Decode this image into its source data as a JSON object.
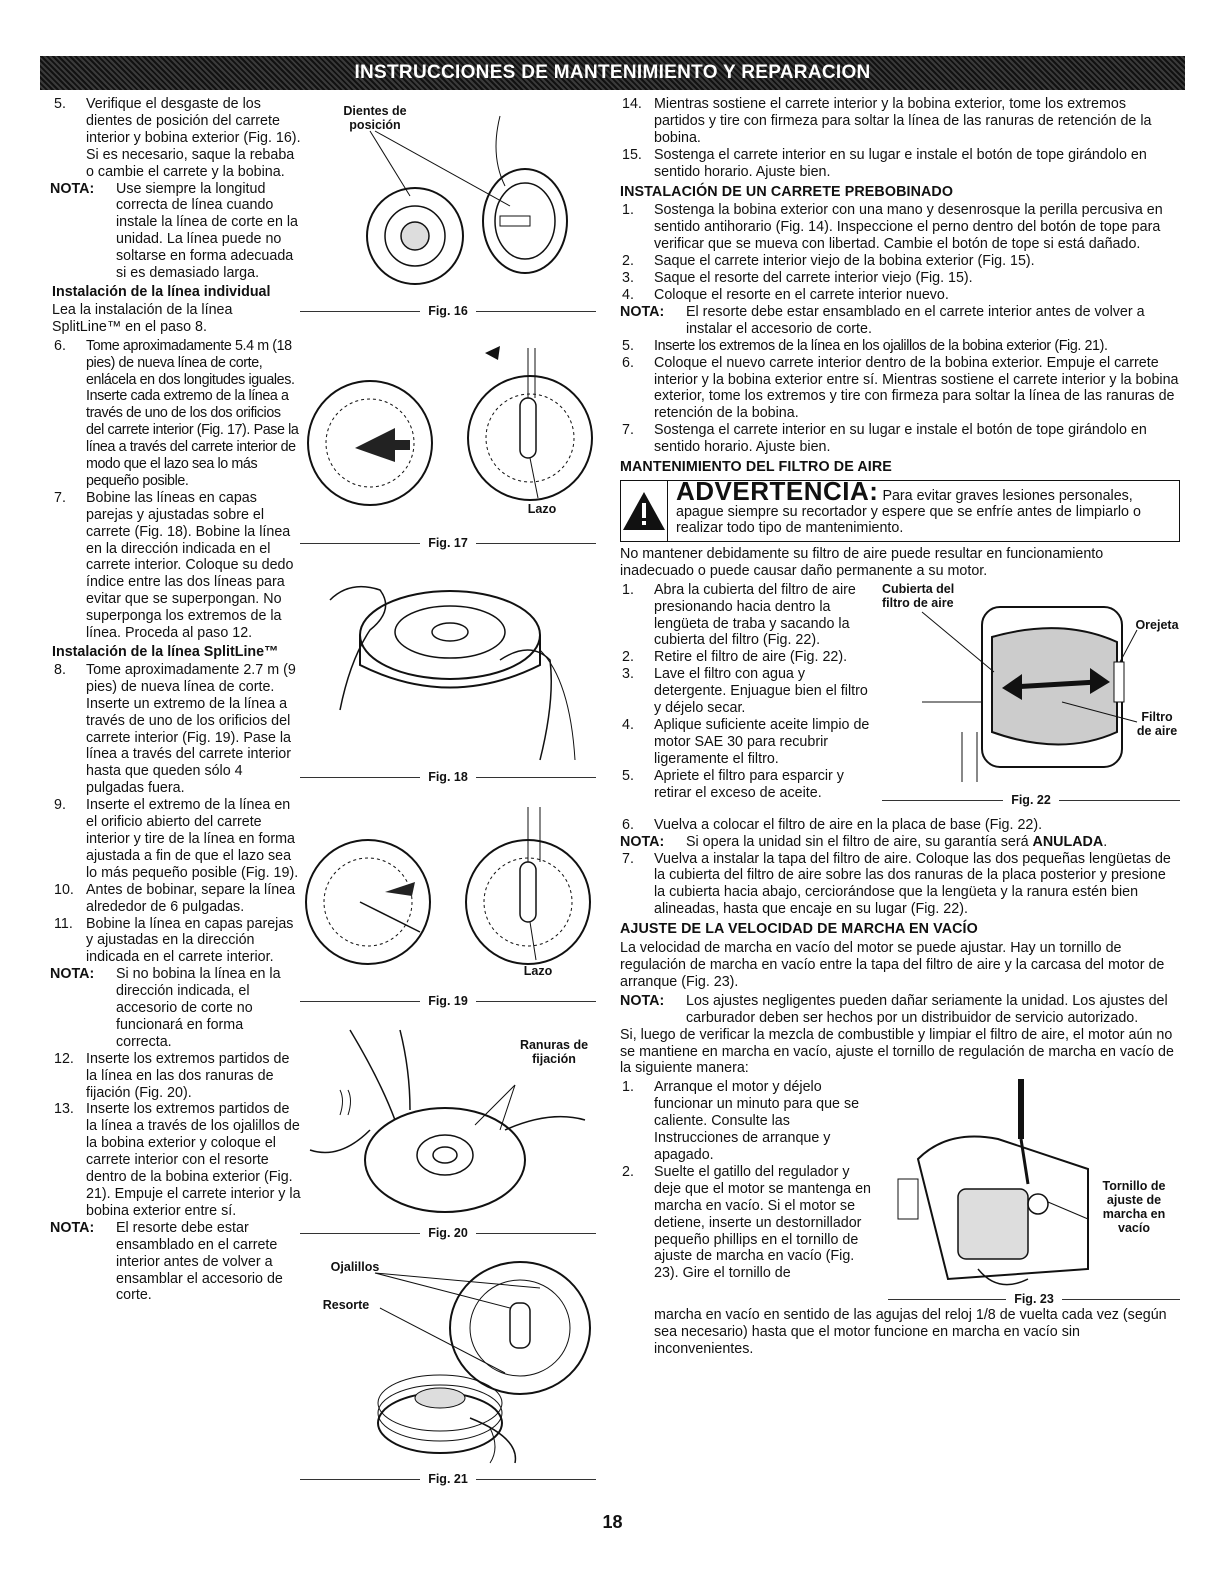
{
  "header": {
    "title": "INSTRUCCIONES DE MANTENIMIENTO Y REPARACION"
  },
  "left": {
    "item5": {
      "num": "5.",
      "text": "Verifique el desgaste de los dientes de posición del carrete interior y bobina exterior (Fig. 16). Si es necesario, saque la rebaba o cambie el carrete y la bobina."
    },
    "nota1": {
      "label": "NOTA:",
      "text": "Use siempre la longitud correcta de línea cuando instale la línea de corte en la unidad. La línea puede no soltarse en forma adecuada si es demasiado larga."
    },
    "heading_individual": "Instalación de la línea individual",
    "lea": "Lea la instalación de la línea SplitLine™ en el paso 8.",
    "item6": {
      "num": "6.",
      "text": "Tome aproximadamente 5.4 m (18 pies) de nueva línea de corte, enlácela en dos longitudes iguales. Inserte cada extremo de la línea a través de uno de los dos orificios del carrete interior (Fig. 17). Pase la línea a través del carrete interior de modo que el lazo sea lo más pequeño posible."
    },
    "item7": {
      "num": "7.",
      "text": "Bobine las líneas en capas parejas y ajustadas sobre el carrete (Fig. 18). Bobine la línea en la dirección indicada en el carrete interior. Coloque su dedo índice entre las dos líneas para evitar que se superpongan. No superponga los extremos de la línea. Proceda al paso 12."
    },
    "heading_splitline": "Instalación de la línea SplitLine™",
    "item8": {
      "num": "8.",
      "text": "Tome aproximadamente 2.7 m (9 pies) de nueva línea de corte. Inserte un extremo de la línea a través de uno de los orificios del carrete interior (Fig. 19). Pase la línea a través del carrete interior hasta que queden sólo 4 pulgadas fuera."
    },
    "item9": {
      "num": "9.",
      "text": "Inserte el extremo de la línea en el orificio abierto del carrete interior y tire de la línea en forma ajustada a fin de que el lazo sea lo más pequeño posible (Fig. 19)."
    },
    "item10": {
      "num": "10.",
      "text": "Antes de bobinar, separe la línea alrededor de 6 pulgadas."
    },
    "item11": {
      "num": "11.",
      "text": "Bobine la línea en capas parejas y ajustadas en la dirección indicada en el carrete interior."
    },
    "nota2": {
      "label": "NOTA:",
      "text": "Si no bobina la línea en la dirección indicada, el accesorio de corte no funcionará en forma correcta."
    },
    "item12": {
      "num": "12.",
      "text": "Inserte los extremos partidos de la línea en las dos ranuras de fijación (Fig. 20)."
    },
    "item13": {
      "num": "13.",
      "text": "Inserte los extremos partidos de la línea a través de los ojalillos de la bobina exterior y coloque el carrete interior con el resorte dentro de la bobina exterior (Fig. 21). Empuje el carrete interior y la bobina exterior entre sí."
    },
    "nota3": {
      "label": "NOTA:",
      "text": "El resorte debe estar ensamblado en el carrete interior antes de volver a ensamblar el accesorio de corte."
    }
  },
  "figures": {
    "fig16": {
      "caption": "Fig. 16",
      "label": "Dientes de posición"
    },
    "fig17": {
      "caption": "Fig. 17",
      "label": "Lazo"
    },
    "fig18": {
      "caption": "Fig. 18"
    },
    "fig19": {
      "caption": "Fig. 19",
      "label": "Lazo"
    },
    "fig20": {
      "caption": "Fig. 20",
      "label": "Ranuras de fijación"
    },
    "fig21": {
      "caption": "Fig. 21",
      "label_a": "Ojalillos",
      "label_b": "Resorte"
    },
    "fig22": {
      "caption": "Fig. 22",
      "label_a": "Cubierta del filtro de aire",
      "label_b": "Orejeta",
      "label_c": "Filtro de aire"
    },
    "fig23": {
      "caption": "Fig. 23",
      "label": "Tornillo de ajuste de marcha en vacío"
    }
  },
  "right": {
    "item14": {
      "num": "14.",
      "text": "Mientras sostiene el carrete interior y la bobina exterior, tome los extremos partidos y tire con firmeza para soltar la línea de las ranuras de retención de la bobina."
    },
    "item15": {
      "num": "15.",
      "text": "Sostenga el carrete interior en su lugar e instale el botón de tope girándolo en sentido horario. Ajuste bien."
    },
    "sec_prebobinado": "INSTALACIÓN DE UN CARRETE PREBOBINADO",
    "p1": {
      "num": "1.",
      "text": "Sostenga la bobina exterior con una mano y desenrosque la perilla percusiva en sentido antihorario (Fig. 14). Inspeccione el perno dentro del botón de tope para verificar que se mueva con libertad. Cambie el botón de tope si está dañado."
    },
    "p2": {
      "num": "2.",
      "text": "Saque el carrete interior viejo de la bobina exterior (Fig. 15)."
    },
    "p3": {
      "num": "3.",
      "text": "Saque el resorte del carrete interior viejo (Fig. 15)."
    },
    "p4": {
      "num": "4.",
      "text": "Coloque el resorte en el carrete interior nuevo."
    },
    "pnota": {
      "label": "NOTA:",
      "text": "El resorte debe estar ensamblado en el carrete interior antes de volver a instalar el accesorio de corte."
    },
    "p5": {
      "num": "5.",
      "text": "Inserte los extremos de la línea en los ojalillos de la bobina exterior (Fig. 21)."
    },
    "p6": {
      "num": "6.",
      "text": "Coloque el nuevo carrete interior dentro de la bobina exterior. Empuje el carrete interior y la bobina exterior entre sí. Mientras sostiene el carrete interior y la bobina exterior, tome los extremos y tire con firmeza para soltar la línea de las ranuras de retención de la bobina."
    },
    "p7": {
      "num": "7.",
      "text": "Sostenga el carrete interior en su lugar e instale el botón de tope girándolo en sentido horario. Ajuste bien."
    },
    "sec_filtro": "MANTENIMIENTO DEL FILTRO DE AIRE",
    "warning": {
      "title": "ADVERTENCIA:",
      "text1": "Para evitar graves lesiones personales,",
      "text2": "apague siempre su recortador y espere que se enfríe antes de limpiarlo o realizar todo tipo de mantenimiento."
    },
    "filtro_intro": "No mantener debidamente su filtro de aire puede resultar en funcionamiento inadecuado o puede causar daño permanente a su motor.",
    "f1": {
      "num": "1.",
      "text": "Abra la cubierta del filtro de aire presionando hacia dentro la lengüeta de traba y sacando la cubierta del filtro (Fig. 22)."
    },
    "f2": {
      "num": "2.",
      "text": "Retire el filtro de aire (Fig. 22)."
    },
    "f3": {
      "num": "3.",
      "text": "Lave el filtro con agua y detergente. Enjuague bien el filtro y déjelo secar."
    },
    "f4": {
      "num": "4.",
      "text": "Aplique suficiente aceite limpio de motor SAE 30 para recubrir ligeramente el filtro."
    },
    "f5": {
      "num": "5.",
      "text": "Apriete el filtro para esparcir y retirar el exceso de aceite."
    },
    "f6": {
      "num": "6.",
      "text": "Vuelva a colocar el filtro de aire en la placa de base (Fig. 22)."
    },
    "fnota": {
      "label": "NOTA:",
      "text_a": "Si opera la unidad sin el filtro de aire, su garantía será ",
      "text_b": "ANULADA",
      "text_c": "."
    },
    "f7": {
      "num": "7.",
      "text": "Vuelva a instalar la tapa del filtro de aire. Coloque las dos pequeñas lengüetas de la cubierta del filtro de aire sobre las dos ranuras de la placa posterior y presione la cubierta hacia abajo, cerciorándose que la lengüeta y la ranura estén bien alineadas, hasta que encaje en su lugar (Fig. 22)."
    },
    "sec_velocidad": "AJUSTE DE LA VELOCIDAD DE MARCHA EN VACÍO",
    "vel_intro": "La velocidad de marcha en vacío del motor se puede ajustar. Hay un tornillo de regulación de marcha en vacío entre la tapa del filtro de aire y la carcasa del motor de arranque (Fig. 23).",
    "vnota": {
      "label": "NOTA:",
      "text": "Los ajustes negligentes pueden dañar seriamente la unidad. Los ajustes del carburador deben ser hechos por un distribuidor de servicio autorizado."
    },
    "vel_p2": "Si, luego de verificar la mezcla de combustible y limpiar el filtro de aire, el motor aún no se mantiene en marcha en vacío, ajuste el tornillo de regulación de marcha en vacío de la siguiente manera:",
    "v1": {
      "num": "1.",
      "text": "Arranque el motor y déjelo funcionar un minuto para que se caliente. Consulte las Instrucciones de arranque y apagado."
    },
    "v2": {
      "num": "2.",
      "text": "Suelte el gatillo del regulador y deje que el motor se mantenga en marcha en vacío. Si el motor se detiene, inserte un destornillador pequeño phillips en el tornillo de ajuste de marcha en vacío (Fig. 23). Gire el tornillo de"
    },
    "v2_cont": "marcha en vacío en sentido de las agujas del reloj 1/8 de vuelta cada vez (según sea necesario) hasta que el motor funcione en marcha en vacío sin inconvenientes."
  },
  "page_number": "18"
}
